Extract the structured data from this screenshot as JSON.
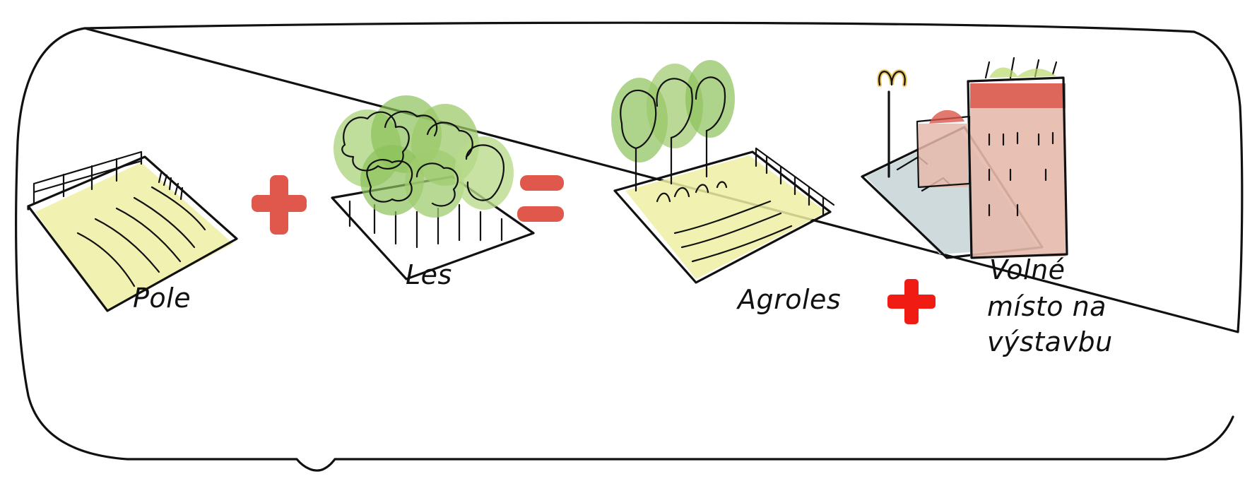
{
  "labels": {
    "pole": "Pole",
    "les": "Les",
    "agroles": "Agroles",
    "volne_line1": "Volné",
    "volne_line2": "místo na",
    "volne_line3": "výstavbu"
  },
  "symbols": {
    "plus": "+",
    "equals": "="
  },
  "colors": {
    "outline": "#111111",
    "field_wash": "#ecef9e",
    "tree_green": "#8cc25a",
    "tree_green_light": "#b9db8c",
    "operator_red": "#e0584b",
    "plus_bright_red": "#f01c14",
    "building_pink": "#e6b9ac",
    "roof_red": "#d9574a",
    "parking_gray": "#c9d6d8",
    "lamp_yellow": "#e8c35a"
  },
  "icons": [
    "field-icon",
    "forest-icon",
    "agroforest-icon",
    "town-building-icon"
  ]
}
